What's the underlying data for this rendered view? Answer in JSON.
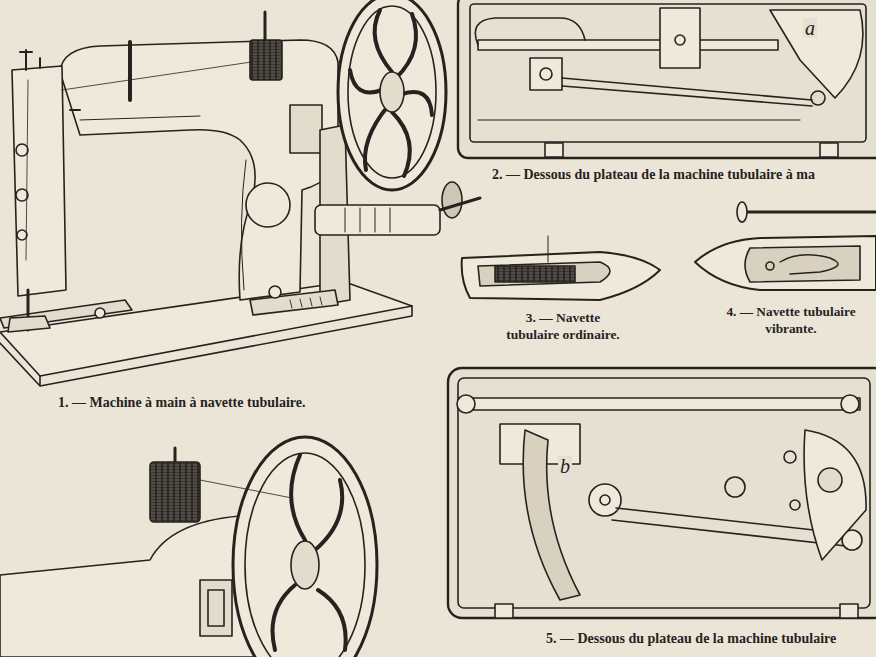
{
  "diagram": {
    "labels": [
      "1. — Machine à main à navette tubulaire.",
      "2. — Dessous du plateau de la machine tubulaire à ma",
      "3. — Navette tubulaire ordinaire.",
      "4. — Navette tubulaire vibrante.",
      "5. — Dessous du plateau de la machine tubulaire",
      "a",
      "b"
    ]
  }
}
